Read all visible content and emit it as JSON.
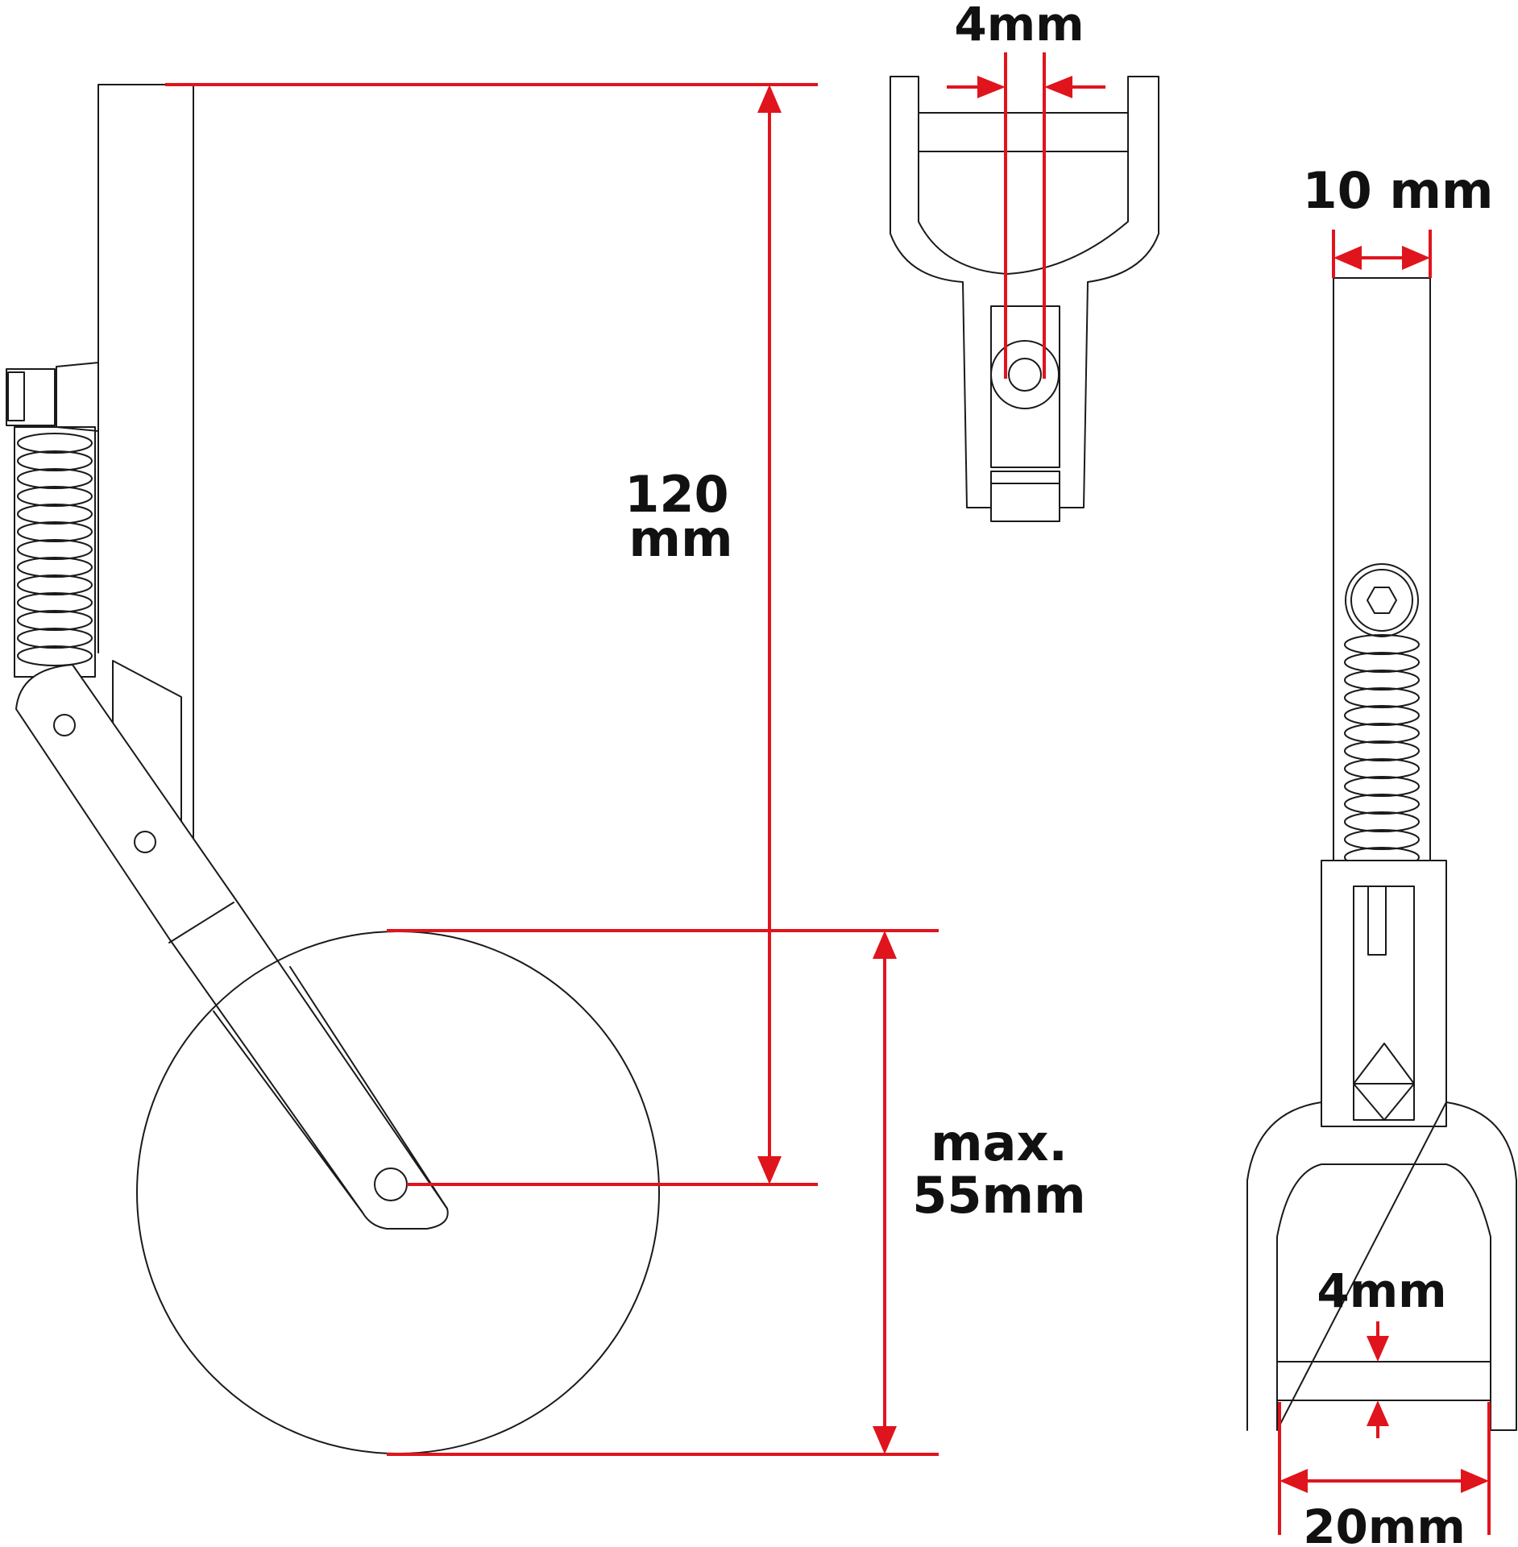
{
  "dimensions": {
    "height": {
      "line1": "120",
      "line2": "mm"
    },
    "wheel": {
      "line1": "max.",
      "line2": "55mm"
    },
    "slot_top": "4mm",
    "arm_width": "10 mm",
    "fork_slot": "4mm",
    "fork_width": "20mm"
  },
  "colors": {
    "dimension_line": "#e0141c",
    "outline": "#1a1a1a",
    "label_text": "#111111",
    "background": "#ffffff"
  }
}
